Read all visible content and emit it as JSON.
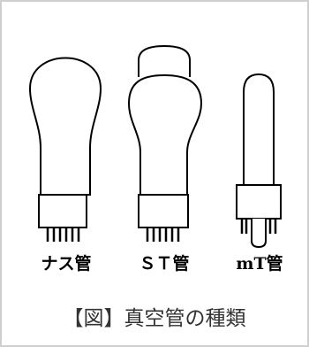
{
  "tubes": [
    {
      "label": "ナス管",
      "icon": "nasu-tube-icon"
    },
    {
      "label": "ＳＴ管",
      "icon": "st-tube-icon"
    },
    {
      "label": "mT管",
      "icon": "mt-tube-icon"
    }
  ],
  "caption": "【図】真空管の種類"
}
